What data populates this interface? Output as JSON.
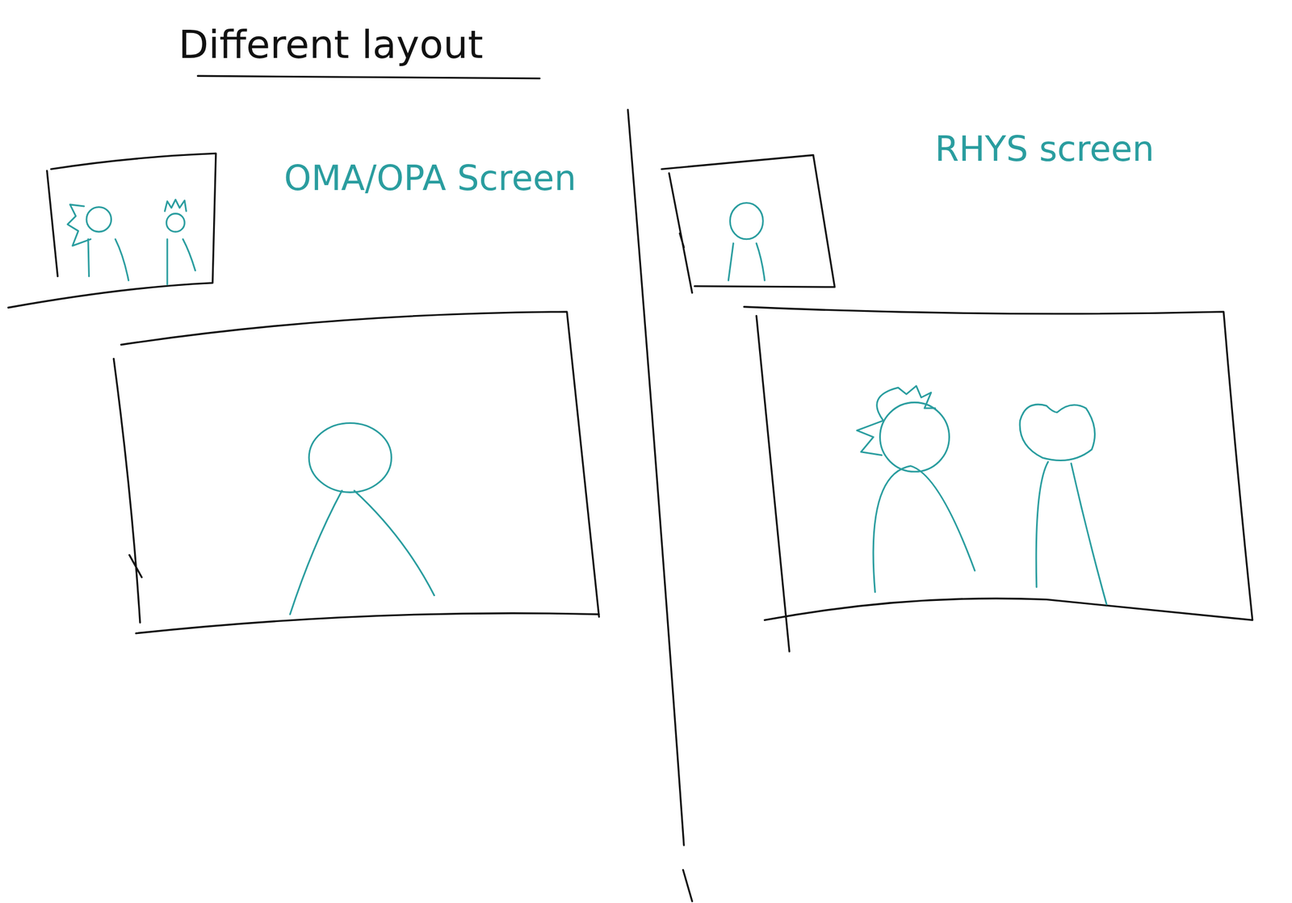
{
  "diagram": {
    "title": "Different layout",
    "labels": [
      "OMA/OPA Screen",
      "RHYS screen"
    ]
  }
}
